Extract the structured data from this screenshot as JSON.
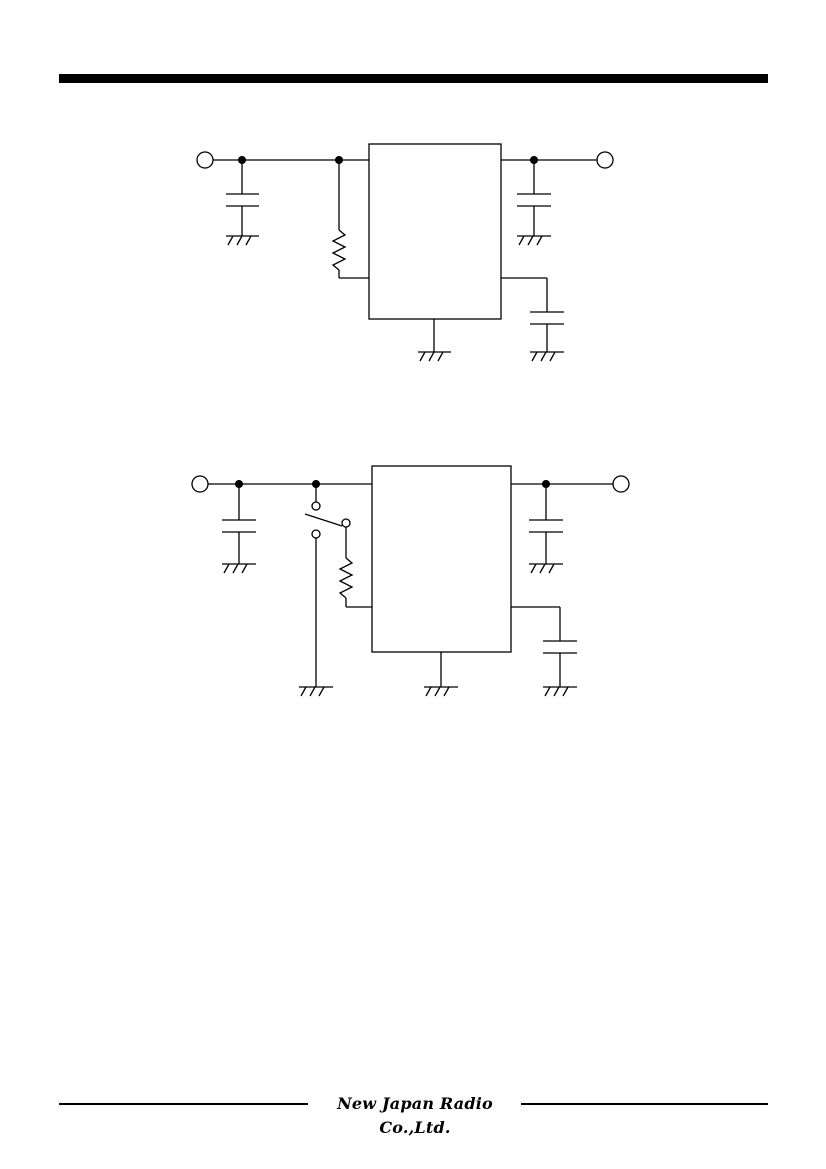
{
  "page": {
    "background": "#ffffff",
    "ink": "#000000"
  },
  "footer": {
    "company_logo": "New Japan Radio Co.,Ltd."
  },
  "figures": [
    {
      "id": "circuit-1",
      "description_visible_text": ""
    },
    {
      "id": "circuit-2",
      "description_visible_text": ""
    }
  ]
}
